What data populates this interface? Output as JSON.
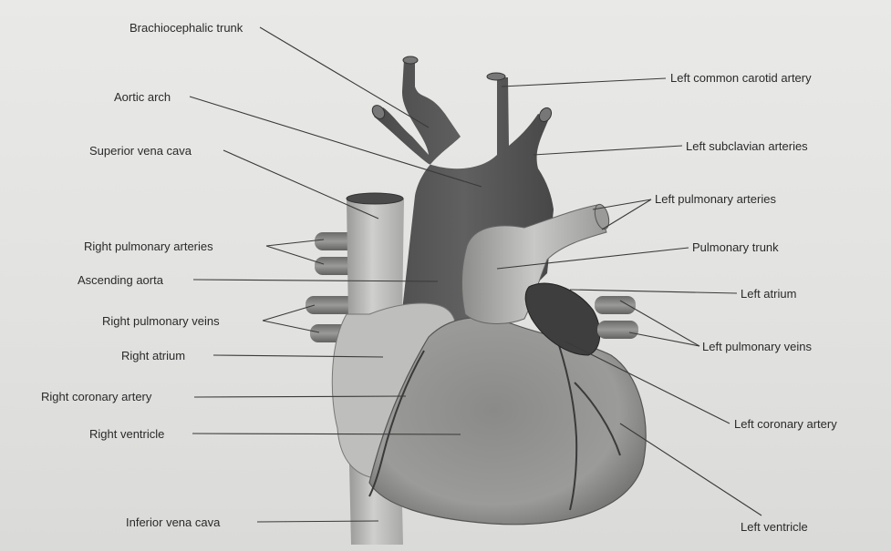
{
  "labels": {
    "brachiocephalic_trunk": "Brachiocephalic trunk",
    "aortic_arch": "Aortic arch",
    "superior_vena_cava": "Superior vena cava",
    "right_pulmonary_arteries": "Right pulmonary arteries",
    "ascending_aorta": "Ascending aorta",
    "right_pulmonary_veins": "Right pulmonary veins",
    "right_atrium": "Right atrium",
    "right_coronary_artery": "Right coronary artery",
    "right_ventricle": "Right ventricle",
    "inferior_vena_cava": "Inferior vena cava",
    "left_common_carotid_artery": "Left common carotid artery",
    "left_subclavian_arteries": "Left subclavian arteries",
    "left_pulmonary_arteries": "Left pulmonary arteries",
    "pulmonary_trunk": "Pulmonary trunk",
    "left_atrium": "Left atrium",
    "left_pulmonary_veins": "Left pulmonary veins",
    "left_coronary_artery": "Left coronary artery",
    "left_ventricle": "Left ventricle"
  }
}
